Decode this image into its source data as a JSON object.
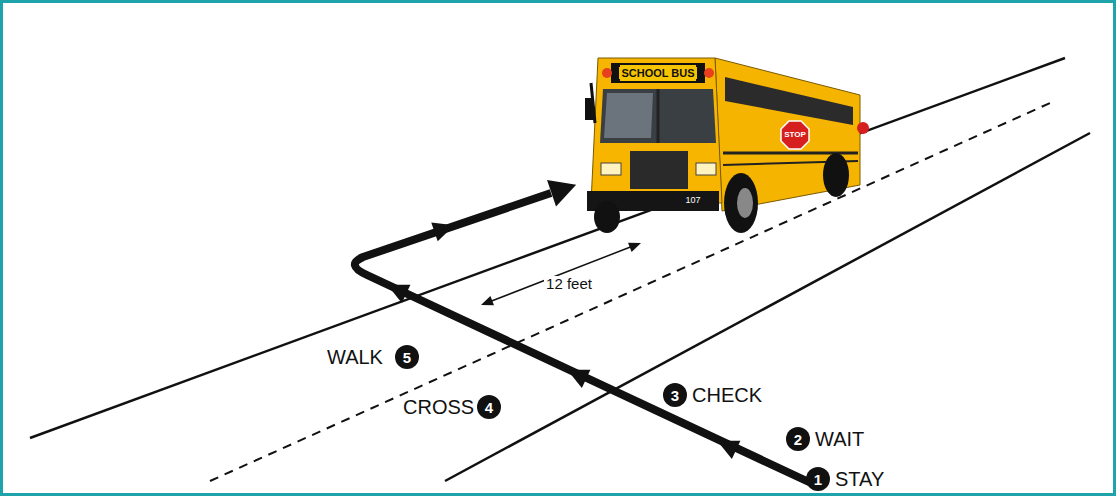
{
  "diagram": {
    "nodes": [
      {
        "text": [
          "1"
        ]
      },
      {
        "text": [
          "2"
        ]
      },
      {
        "text": [
          "3"
        ]
      },
      {
        "text": [
          "4"
        ]
      },
      {
        "text": [
          "5"
        ]
      }
    ],
    "labels": [
      "SCHOOL BUS",
      "STOP",
      "107",
      "12 feet",
      "WALK",
      "CROSS",
      "CHECK",
      "WAIT",
      "STAY"
    ]
  }
}
